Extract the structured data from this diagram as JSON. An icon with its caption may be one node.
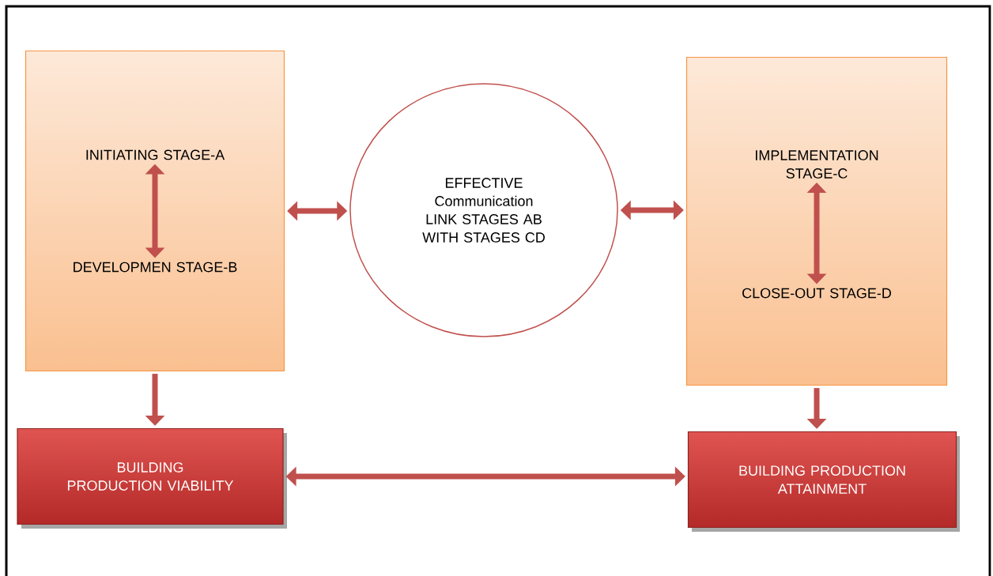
{
  "diagram": {
    "nodes": [
      {
        "text": [],
        "shape": "box"
      },
      {
        "text": [
          "INITIATING STAGE-A"
        ],
        "in": 0
      },
      {
        "text": [
          "DEVELOPMEN STAGE-B"
        ],
        "in": 0
      },
      {
        "text": [
          "EFFECTIVE Communication LINK STAGES AB WITH STAGES CD"
        ]
      },
      {
        "text": [],
        "shape": "box"
      },
      {
        "text": [
          "IMPLEMENTATION STAGE-C"
        ],
        "in": 4
      },
      {
        "text": [
          "CLOSE-OUT STAGE-D"
        ],
        "in": 4
      },
      {
        "text": [
          "BUILDING PRODUCTION VIABILITY"
        ]
      },
      {
        "text": [
          "BUILDING PRODUCTION ATTAINMENT"
        ]
      }
    ],
    "edges": [
      {
        "from": 1,
        "to": 2,
        "arrow": "both"
      },
      {
        "from": 0,
        "to": 3,
        "arrow": "both"
      },
      {
        "from": 3,
        "to": 4,
        "arrow": "both"
      },
      {
        "from": 5,
        "to": 6,
        "arrow": "both"
      },
      {
        "from": 0,
        "to": 7,
        "arrow": "to"
      },
      {
        "from": 4,
        "to": 8,
        "arrow": "to"
      },
      {
        "from": 7,
        "to": 8,
        "arrow": "both"
      }
    ]
  }
}
